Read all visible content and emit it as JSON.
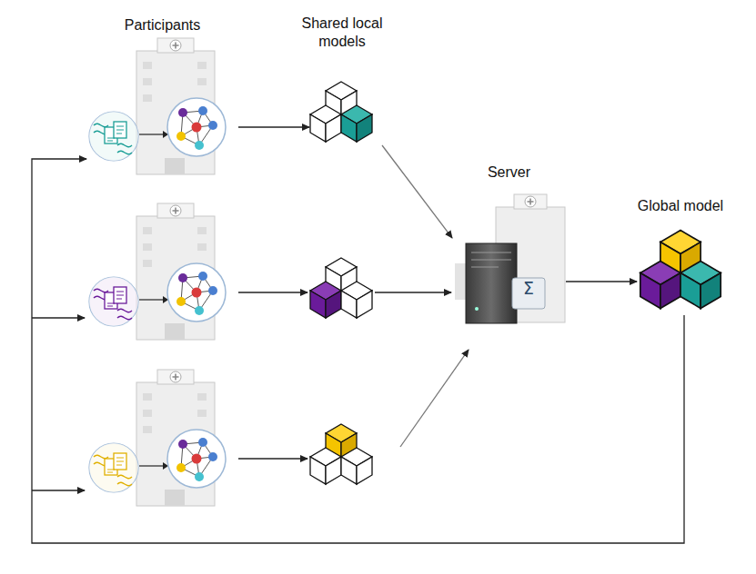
{
  "diagram": {
    "nodes": [
      {
        "text": [
          "Participants"
        ]
      },
      {
        "text": [
          "Shared local models"
        ]
      },
      {
        "text": [
          "Server",
          "Σ"
        ]
      },
      {
        "text": [
          "Global model"
        ]
      }
    ],
    "edges": [
      {
        "from": 0,
        "to": 1,
        "arrow": "to"
      },
      {
        "from": 1,
        "to": 2,
        "arrow": "to"
      },
      {
        "from": 2,
        "to": 3,
        "arrow": "to"
      },
      {
        "from": 3,
        "to": 0,
        "arrow": "to"
      }
    ]
  }
}
